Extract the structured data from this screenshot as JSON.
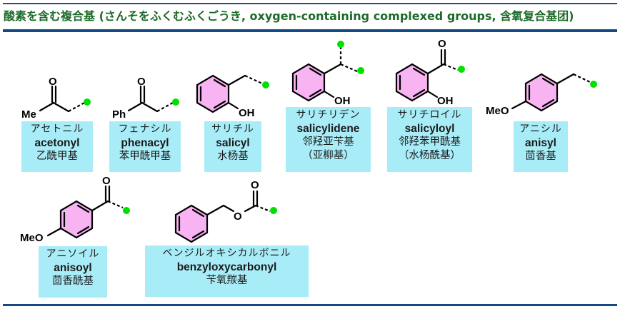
{
  "header": {
    "title": "酸素を含む複合基 (さんそをふくむふくごうき, oxygen-containing complexed groups, 含氧复合基团)"
  },
  "colors": {
    "title_text": "#1c6b2a",
    "rule": "#134a86",
    "label_bg": "#a8ecf7",
    "ring_fill": "#f8b4f2",
    "attachment_dot": "#00e000"
  },
  "groups": [
    {
      "id": "acetonyl",
      "japanese": "アセトニル",
      "english": "acetonyl",
      "chinese": [
        "乙酰甲基"
      ],
      "structure_labels": {
        "o": "O",
        "left": "Me"
      }
    },
    {
      "id": "phenacyl",
      "japanese": "フェナシル",
      "english": "phenacyl",
      "chinese": [
        "苯甲酰甲基"
      ],
      "structure_labels": {
        "o": "O",
        "left": "Ph"
      }
    },
    {
      "id": "salicyl",
      "japanese": "サリチル",
      "english": "salicyl",
      "chinese": [
        "水杨基"
      ],
      "structure_labels": {
        "oh": "OH"
      }
    },
    {
      "id": "salicylidene",
      "japanese": "サリチリデン",
      "english": "salicylidene",
      "chinese": [
        "邻羟亚苄基",
        "（亚柳基）"
      ],
      "structure_labels": {
        "oh": "OH"
      }
    },
    {
      "id": "salicyloyl",
      "japanese": "サリチロイル",
      "english": "salicyloyl",
      "chinese": [
        "邻羟苯甲酰基",
        "（水杨酰基）"
      ],
      "structure_labels": {
        "o": "O",
        "oh": "OH"
      }
    },
    {
      "id": "anisyl",
      "japanese": "アニシル",
      "english": "anisyl",
      "chinese": [
        "茴香基"
      ],
      "structure_labels": {
        "meo": "MeO"
      }
    },
    {
      "id": "anisoyl",
      "japanese": "アニソイル",
      "english": "anisoyl",
      "chinese": [
        "茴香酰基"
      ],
      "structure_labels": {
        "o": "O",
        "meo": "MeO"
      }
    },
    {
      "id": "benzyloxycarbonyl",
      "japanese": "ベンジルオキシカルボニル",
      "english": "benzyloxycarbonyl",
      "chinese": [
        "苄氧羰基"
      ],
      "structure_labels": {
        "o": "O",
        "ester_o": "O"
      }
    }
  ]
}
